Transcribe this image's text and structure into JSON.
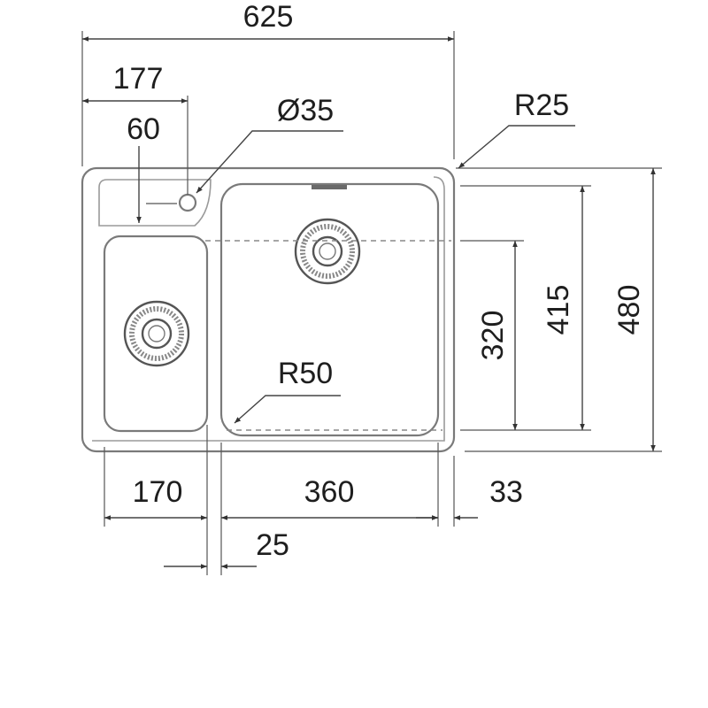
{
  "dimensions": {
    "overall_width": "625",
    "tap_hole_offset": "177",
    "drainer_edge": "60",
    "tap_hole_diameter": "Ø35",
    "corner_radius_outer": "R25",
    "corner_radius_bowl": "R50",
    "small_bowl_width": "170",
    "large_bowl_width": "360",
    "bowl_gap": "25",
    "rim_right": "33",
    "bowl_depth_inner": "320",
    "bowl_length": "415",
    "overall_length": "480"
  },
  "colors": {
    "outline": "#7a7a7a",
    "dimension": "#444444",
    "text": "#1e1e1e"
  }
}
